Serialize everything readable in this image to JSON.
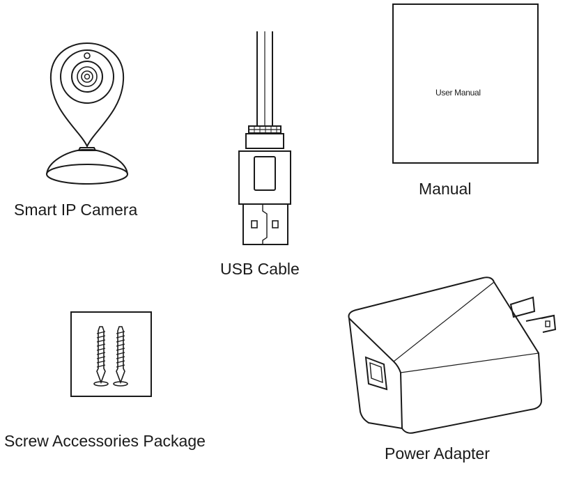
{
  "items": {
    "camera": {
      "label": "Smart IP Camera"
    },
    "usb_cable": {
      "label": "USB Cable"
    },
    "manual": {
      "label": "Manual",
      "cover_text": "User Manual"
    },
    "screws": {
      "label": "Screw Accessories Package"
    },
    "power_adapter": {
      "label": "Power Adapter"
    }
  },
  "colors": {
    "line": "#1a1a1a",
    "background": "#ffffff"
  }
}
